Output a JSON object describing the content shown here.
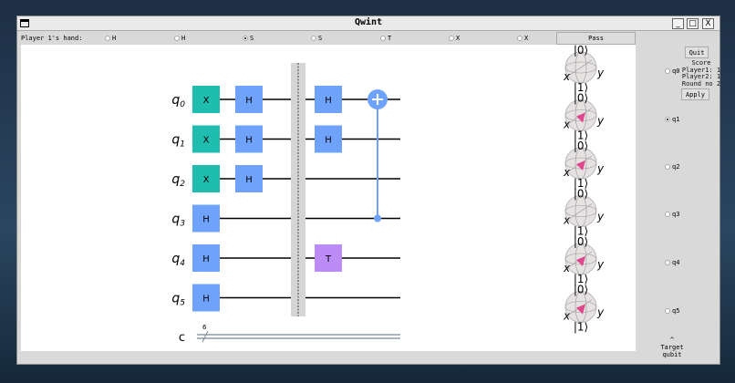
{
  "window": {
    "title": "Qwint"
  },
  "hand": {
    "label": "Player 1's hand:",
    "cards": [
      {
        "label": "H",
        "selected": false
      },
      {
        "label": "H",
        "selected": false
      },
      {
        "label": "S",
        "selected": true
      },
      {
        "label": "S",
        "selected": false
      },
      {
        "label": "T",
        "selected": false
      },
      {
        "label": "X",
        "selected": false
      },
      {
        "label": "X",
        "selected": false
      }
    ],
    "pass_label": "Pass"
  },
  "circuit": {
    "qubits": [
      "q0",
      "q1",
      "q2",
      "q3",
      "q4",
      "q5"
    ],
    "classical": {
      "label": "c",
      "width": "6"
    },
    "gates": [
      {
        "name": "X",
        "qubit": 0,
        "col": 0
      },
      {
        "name": "X",
        "qubit": 1,
        "col": 0
      },
      {
        "name": "X",
        "qubit": 2,
        "col": 0
      },
      {
        "name": "H",
        "qubit": 3,
        "col": 0
      },
      {
        "name": "H",
        "qubit": 4,
        "col": 0
      },
      {
        "name": "H",
        "qubit": 5,
        "col": 0
      },
      {
        "name": "H",
        "qubit": 0,
        "col": 1
      },
      {
        "name": "H",
        "qubit": 1,
        "col": 1
      },
      {
        "name": "H",
        "qubit": 2,
        "col": 1
      },
      {
        "name": "H",
        "qubit": 0,
        "col": 2
      },
      {
        "name": "H",
        "qubit": 1,
        "col": 2
      },
      {
        "name": "T",
        "qubit": 4,
        "col": 2
      }
    ],
    "cnot": {
      "control": 3,
      "target": 0
    },
    "colors": {
      "X": "#1fbcb0",
      "H": "#6fa3fb",
      "T": "#bb8bf7",
      "cnot": "#6fa3fb",
      "barrier": "#d5d5d5"
    }
  },
  "bloch": {
    "ket0": "|0⟩",
    "ket1": "|1⟩",
    "x": "x",
    "y": "y",
    "vector_shown": [
      false,
      true,
      true,
      false,
      true,
      true
    ],
    "vector_color": "#e0478e"
  },
  "side": {
    "quit_label": "Quit",
    "score_title": "Score",
    "player1": "Player1: 1",
    "player2": "Player2: 1",
    "round": "Round no 2",
    "apply_label": "Apply",
    "target_qubits": [
      {
        "label": "q0",
        "selected": false
      },
      {
        "label": "q1",
        "selected": true
      },
      {
        "label": "q2",
        "selected": false
      },
      {
        "label": "q3",
        "selected": false
      },
      {
        "label": "q4",
        "selected": false
      },
      {
        "label": "q5",
        "selected": false
      }
    ],
    "caret": "^",
    "target_label": "Target",
    "target_label2": "qubit"
  }
}
